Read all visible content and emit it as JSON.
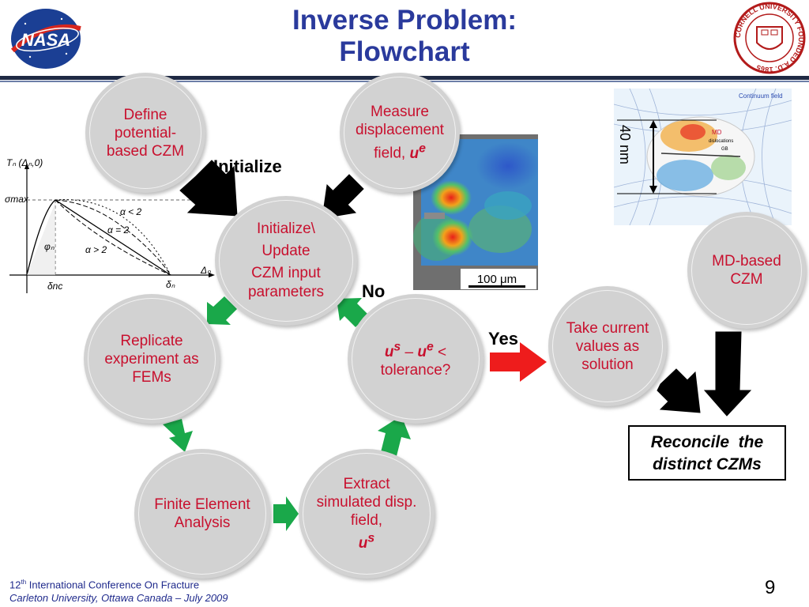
{
  "title": {
    "line1": "Inverse Problem:",
    "line2": "Flowchart"
  },
  "logos": {
    "left": "NASA",
    "right": "CORNELL UNIVERSITY FOUNDED A.D. 1865"
  },
  "circles": {
    "define": "Define potential-based CZM",
    "measure": "Measure displacement field,",
    "measure_var": "u",
    "measure_sup": "e",
    "init_line1": "Initialize\\",
    "init_line2": "Update",
    "init_line3": "CZM input parameters",
    "replicate": "Replicate experiment as FEMs",
    "finite": "Finite Element Analysis",
    "extract": "Extract simulated disp. field,",
    "extract_var": "u",
    "extract_sup": "s",
    "tol_u1": "u",
    "tol_s": "s",
    "tol_minus": " – ",
    "tol_u2": "u",
    "tol_e": "e",
    "tol_lt": " <",
    "tol_text": "tolerance?",
    "take": "Take current values as solution",
    "md": "MD-based CZM"
  },
  "labels": {
    "initialize": "Initialize",
    "no": "No",
    "yes": "Yes"
  },
  "reconcile": {
    "line1": "Reconcile  the",
    "line2": "distinct CZMs"
  },
  "micrograph": {
    "scale": "100 μm"
  },
  "md_image": {
    "continuum": "Continuum field",
    "md": "MD",
    "dislocations": "dislocations",
    "gb": "GB",
    "scale": "40 nm"
  },
  "graph": {
    "ylabel": "Tₙ (Δₙ,0)",
    "smax": "σmax",
    "alpha1": "α < 2",
    "alpha2": "α = 2",
    "alpha3": "α > 2",
    "phi": "φₙ",
    "dnc": "δnc",
    "dn": "δₙ",
    "Dn": "Δₙ"
  },
  "footer": {
    "line1_sup": "th",
    "line1_num": "12",
    "line1": " International Conference On Fracture",
    "line2": "Carleton University, Ottawa Canada – July 2009"
  },
  "page_number": "9",
  "colors": {
    "title": "#2a3a9c",
    "circle_text": "#c8102e",
    "green_arrow": "#1aa84a",
    "red_arrow": "#ee1c1c"
  }
}
